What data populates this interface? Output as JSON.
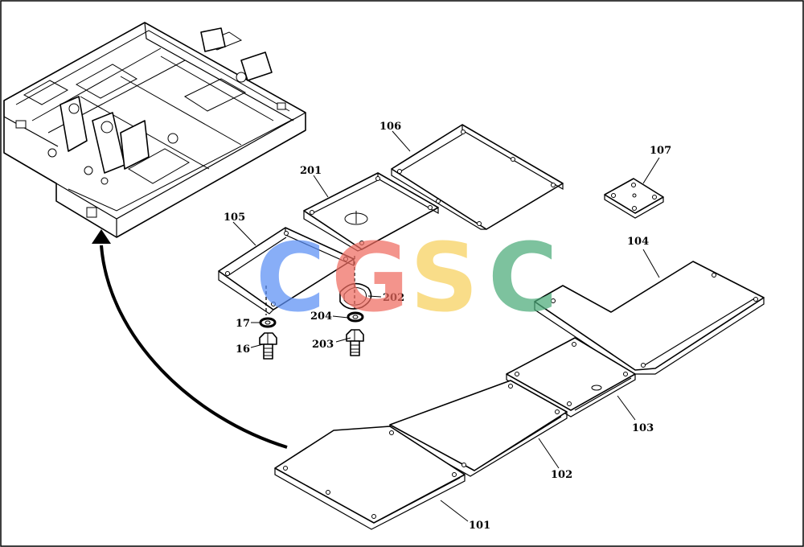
{
  "callouts": {
    "p101": "101",
    "p102": "102",
    "p103": "103",
    "p104": "104",
    "p105": "105",
    "p106": "106",
    "p107": "107",
    "p201": "201",
    "p202": "202",
    "p203": "203",
    "p204": "204",
    "p16": "16",
    "p17": "17"
  },
  "watermark": {
    "letters": [
      "C",
      "G",
      "S",
      "C"
    ],
    "colors": [
      "#5b8ff5",
      "#ef6b60",
      "#f7d05c",
      "#4cab7a"
    ]
  }
}
